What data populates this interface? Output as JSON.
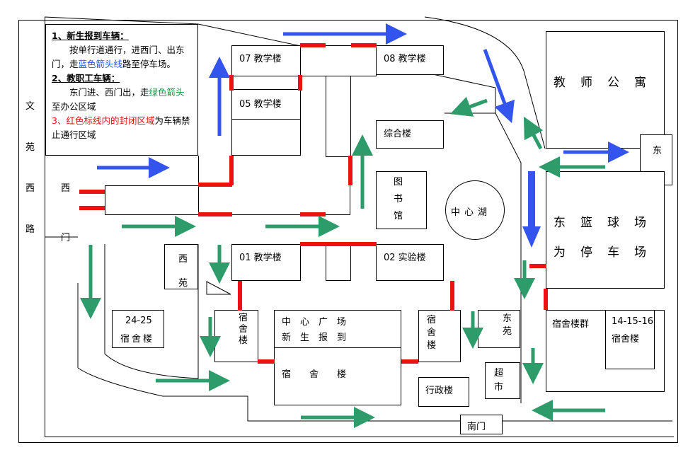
{
  "legend": {
    "item1_title": "1、新生报到车辆：",
    "item1_text_a": "按单行道通行，进西门、出东门，走",
    "item1_text_blue": "蓝色箭头线",
    "item1_text_b": "路至停车场。",
    "item2_title": "2、教职工车辆：",
    "item2_text_a": "东门进、西门出，走",
    "item2_text_green": "绿色箭头",
    "item2_text_b": "至办公区域",
    "item3_prefix": "3、",
    "item3_text_red": "红色标线内的封闭区域",
    "item3_text_b": "为车辆禁止通行区域"
  },
  "road_label": "文苑西路",
  "gates": {
    "west": "西门",
    "east": "东门",
    "south": "南门"
  },
  "buildings": {
    "b07": "07 教学楼",
    "b05": "05 教学楼",
    "b08": "08 教学楼",
    "zonghe": "综合楼",
    "library": "图书馆",
    "lake": "中心湖",
    "b01": "01 教学楼",
    "b02": "02 实验楼",
    "xiyuan": "西苑",
    "dorm2425_a": "24-25",
    "dorm2425_b": "宿舍楼",
    "dorm_small": "宿舍楼",
    "square_a": "中　心　广　场",
    "square_b": "新　生　报　到",
    "dorm_center": "宿　　舍　　楼",
    "lab_dorm": "宿舍楼",
    "dongyuan": "东苑",
    "admin": "行政楼",
    "market": "超市",
    "teacher_apt": "教　师　公　寓",
    "court_a": "东　篮　球　场",
    "court_b": "为　停　车　场",
    "dorm_group": "宿舍楼群",
    "dorm141516_a": "14-15-16",
    "dorm141516_b": "宿舍楼"
  },
  "colors": {
    "blue_route": "#3355ee",
    "green_route": "#2e9b6a",
    "restricted": "#ee1111"
  }
}
